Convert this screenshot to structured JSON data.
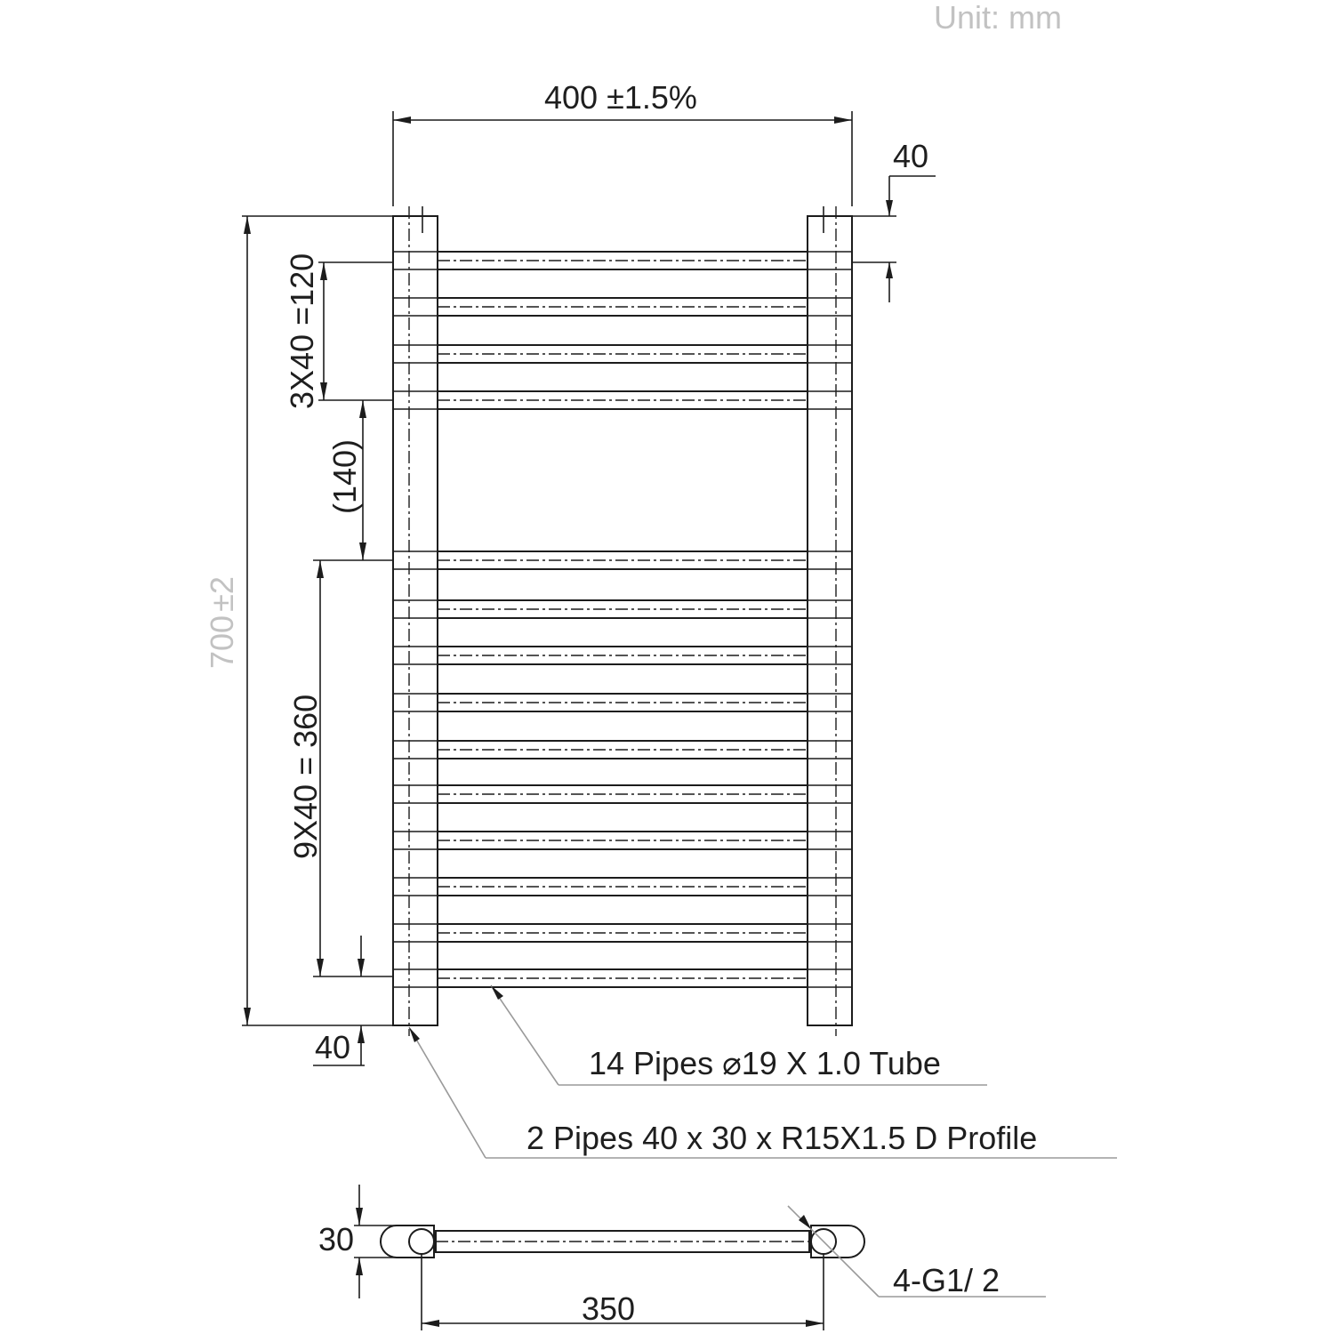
{
  "drawing": {
    "unit_label": "Unit: mm",
    "dimensions": {
      "overall_width": "400 ±1.5%",
      "top_offset": "40",
      "overall_height": "700",
      "overall_height_tolerance": "±2",
      "top_group": "3X40 =120",
      "gap": "(140)",
      "bottom_group": "9X40 = 360",
      "bottom_offset": "40",
      "depth": "30",
      "centres": "350"
    },
    "callouts": {
      "tubes": "14 Pipes ⌀19 X 1.0 Tube",
      "profiles": "2 Pipes 40 x 30 x R15X1.5 D Profile",
      "connections": "4-G1/ 2"
    }
  }
}
